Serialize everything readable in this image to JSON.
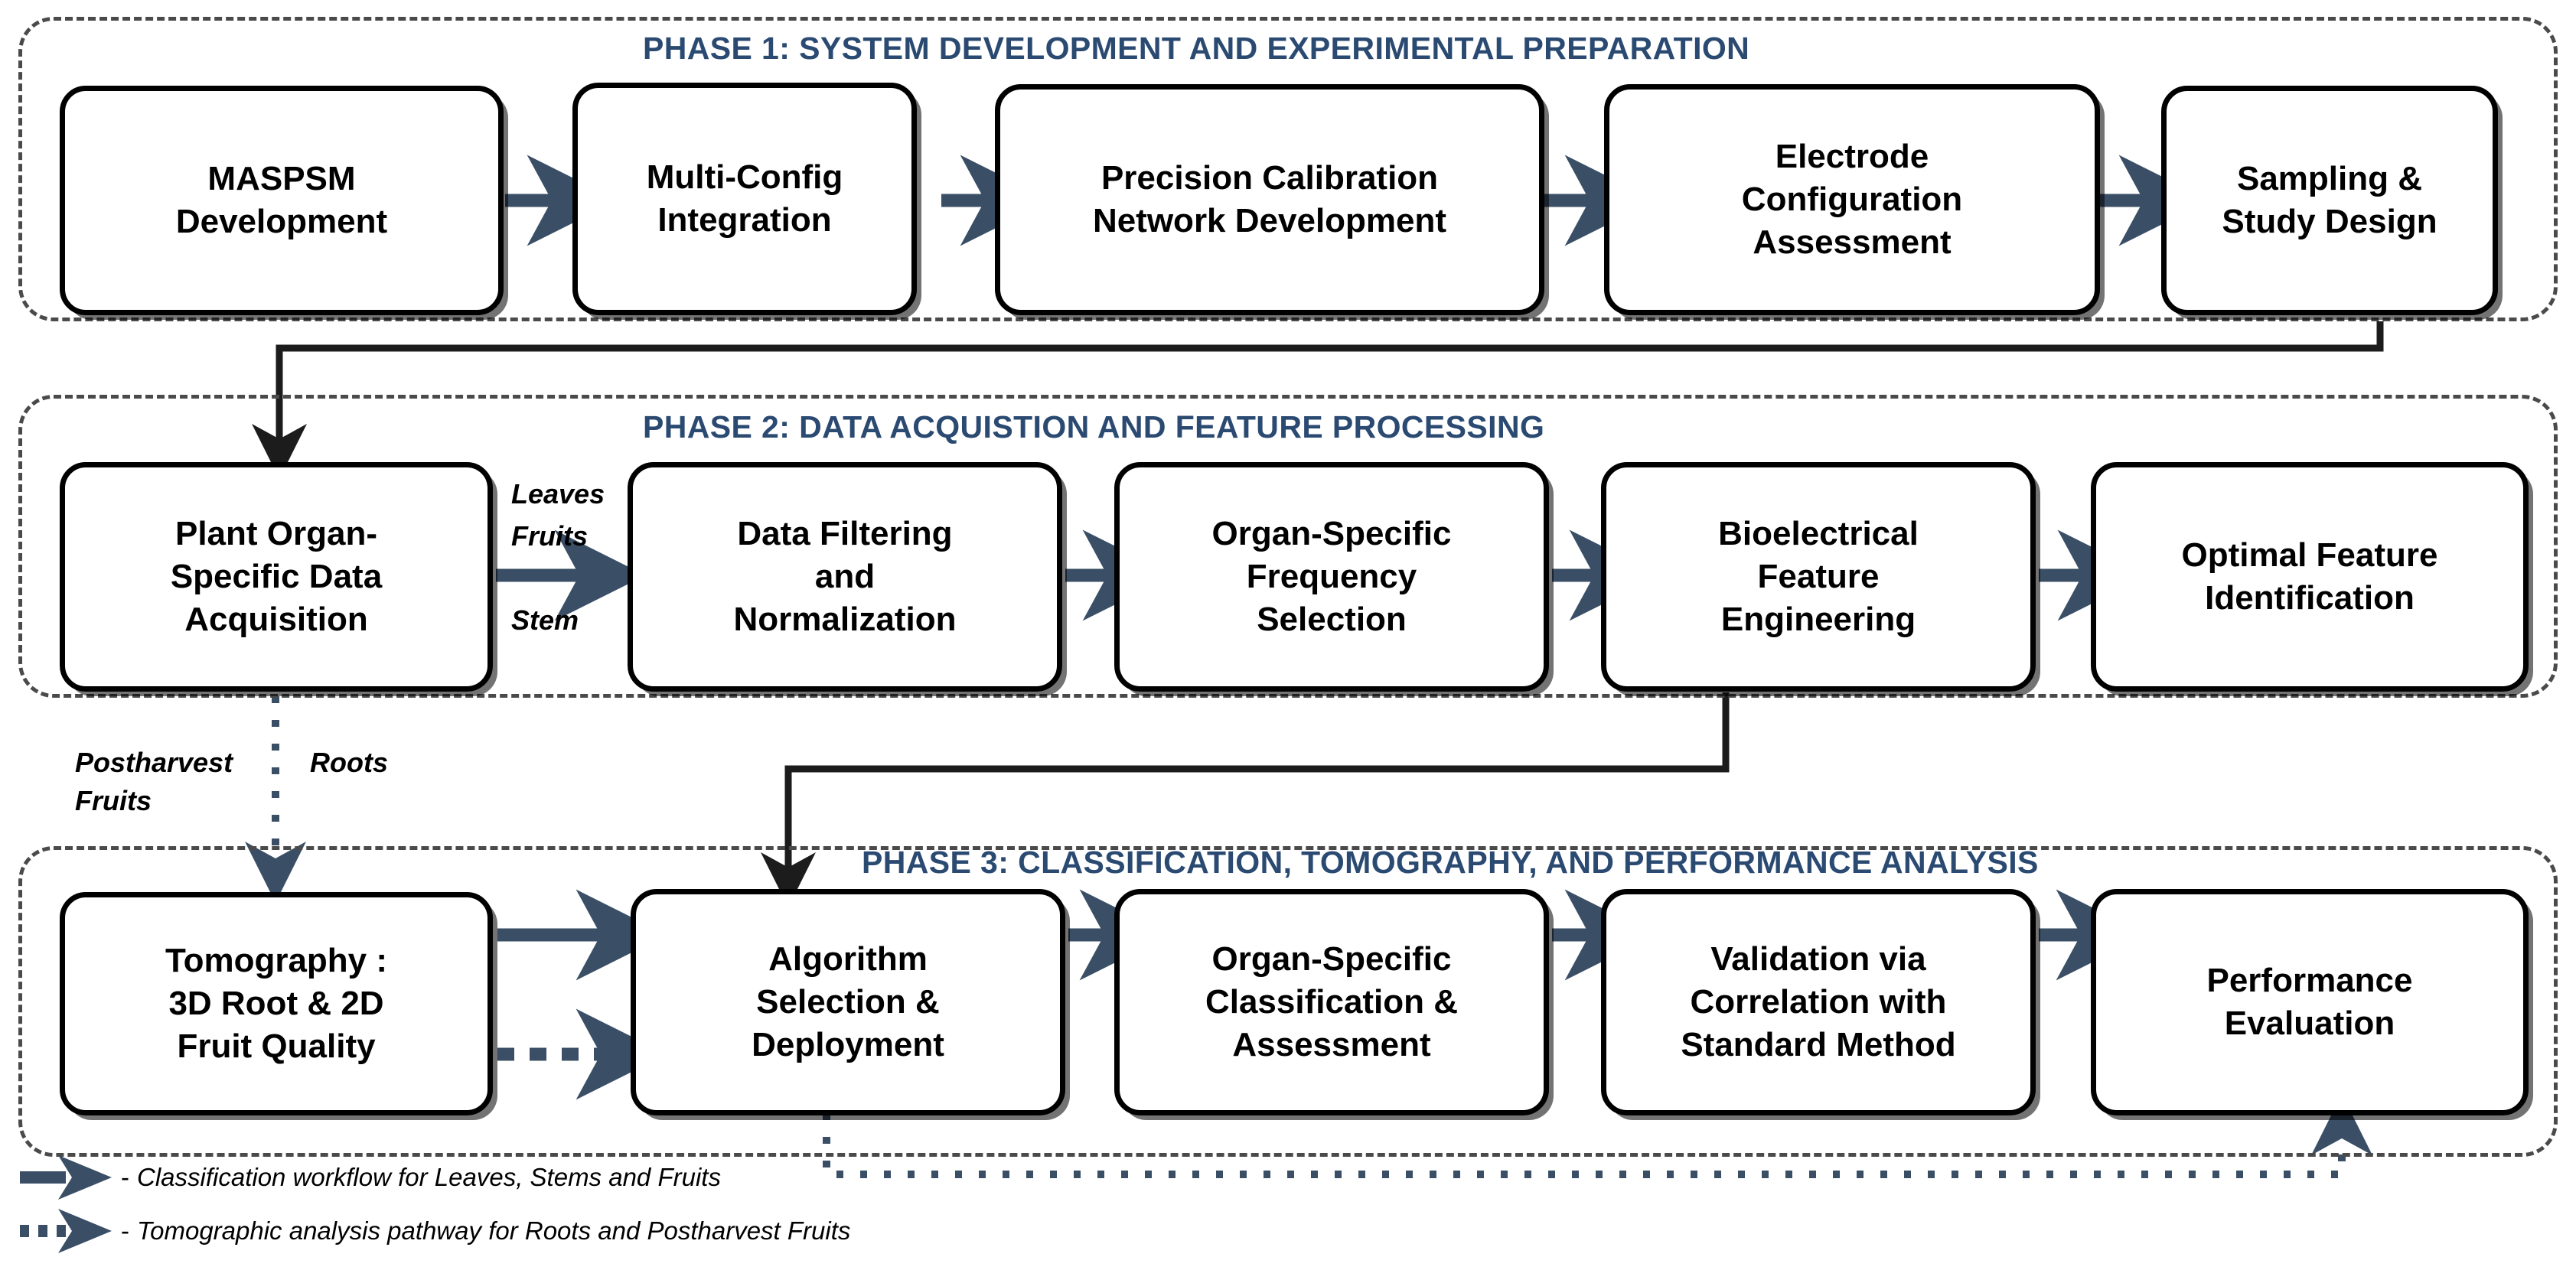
{
  "diagram": {
    "title": "MASPSM plant organ bioimpedance workflow",
    "accent_navy": "#2b4a72",
    "arrow_color": "#3a4f66",
    "box_border": "#000000",
    "phase_border": "#4a4a4a"
  },
  "phases": [
    {
      "id": "phase1",
      "title": "PHASE 1: SYSTEM DEVELOPMENT AND EXPERIMENTAL PREPARATION"
    },
    {
      "id": "phase2",
      "title": "PHASE 2: DATA ACQUISTION AND FEATURE PROCESSING"
    },
    {
      "id": "phase3",
      "title": "PHASE 3: CLASSIFICATION, TOMOGRAPHY, AND PERFORMANCE ANALYSIS"
    }
  ],
  "nodes": {
    "row1": [
      {
        "id": "maspsm",
        "label": "MASPSM\nDevelopment"
      },
      {
        "id": "multiconfig",
        "label": "Multi-Config\nIntegration"
      },
      {
        "id": "precision",
        "label": "Precision Calibration\nNetwork Development"
      },
      {
        "id": "electrode",
        "label": "Electrode\nConfiguration\nAssessment"
      },
      {
        "id": "sampling",
        "label": "Sampling &\nStudy Design"
      }
    ],
    "row2": [
      {
        "id": "acquisition",
        "label": "Plant Organ-\nSpecific Data\nAcquisition"
      },
      {
        "id": "filtering",
        "label": "Data Filtering\nand\nNormalization"
      },
      {
        "id": "frequency",
        "label": "Organ-Specific\nFrequency\nSelection"
      },
      {
        "id": "bioelec",
        "label": "Bioelectrical\nFeature\nEngineering"
      },
      {
        "id": "optimal",
        "label": "Optimal Feature\nIdentification"
      }
    ],
    "row3": [
      {
        "id": "tomography",
        "label": "Tomography :\n3D Root & 2D\nFruit Quality"
      },
      {
        "id": "algorithm",
        "label": "Algorithm\nSelection &\nDeployment"
      },
      {
        "id": "classify",
        "label": "Organ-Specific\nClassification &\nAssessment"
      },
      {
        "id": "validation",
        "label": "Validation via\nCorrelation with\nStandard Method"
      },
      {
        "id": "performance",
        "label": "Performance\nEvaluation"
      }
    ]
  },
  "edge_labels": {
    "leaves": "Leaves",
    "fruits": "Fruits",
    "stem": "Stem",
    "postharvest": "Postharvest",
    "postharvest_fruits": "Fruits",
    "roots": "Roots"
  },
  "legend": {
    "dash_separator": "-",
    "items": [
      {
        "id": "solid-arrow",
        "icon": "solid-arrow-icon",
        "text": "Classification workflow for Leaves, Stems and Fruits"
      },
      {
        "id": "dotted-arrow",
        "icon": "dotted-arrow-icon",
        "text": "Tomographic analysis pathway for Roots and Postharvest Fruits"
      }
    ]
  }
}
